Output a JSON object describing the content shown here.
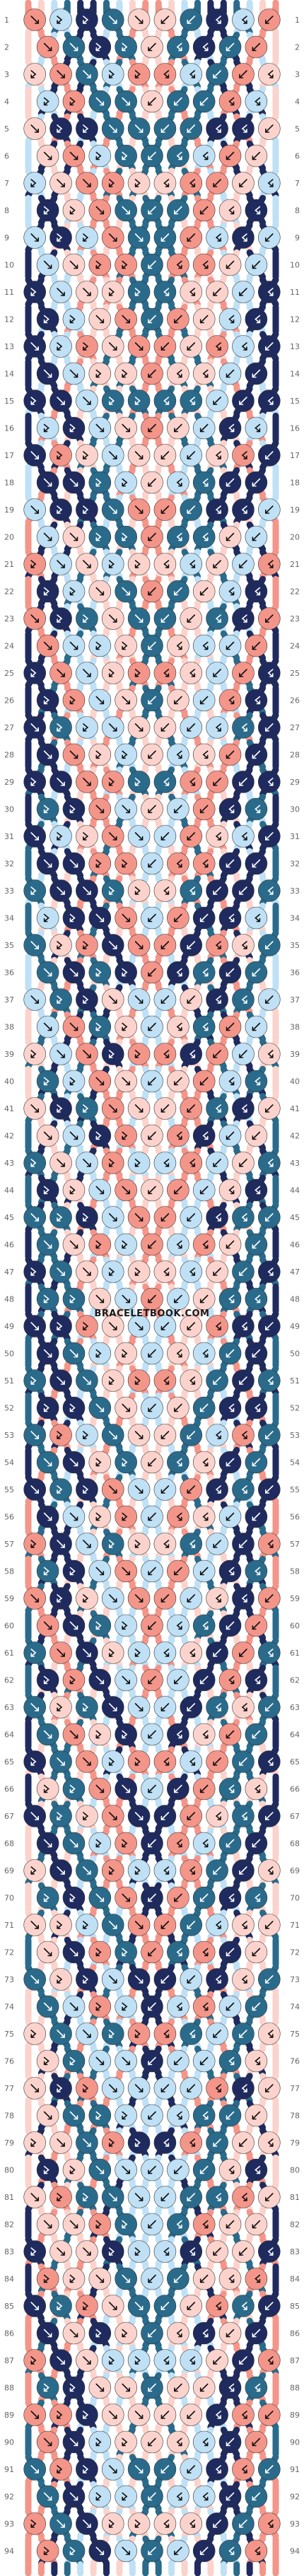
{
  "watermark": "BRACELETBOOK.COM",
  "palette": {
    "A": "#f4958a",
    "B": "#fbd3cc",
    "C": "#bfe0f5",
    "D": "#2a6b8c",
    "E": "#1f2b5e"
  },
  "strings_top": [
    "A",
    "B",
    "C",
    "D",
    "E",
    "E",
    "D",
    "C",
    "B",
    "A",
    "A",
    "B",
    "C",
    "D",
    "E",
    "E",
    "D",
    "C",
    "B",
    "A"
  ],
  "rows": [
    {
      "number": "1"
    },
    {
      "number": "2"
    },
    {
      "number": "3"
    },
    {
      "number": "4"
    },
    {
      "number": "5"
    },
    {
      "number": "6"
    },
    {
      "number": "7"
    },
    {
      "number": "8"
    },
    {
      "number": "9"
    },
    {
      "number": "10"
    },
    {
      "number": "11"
    },
    {
      "number": "12"
    },
    {
      "number": "13"
    },
    {
      "number": "14"
    },
    {
      "number": "15"
    },
    {
      "number": "16"
    },
    {
      "number": "17"
    },
    {
      "number": "18"
    },
    {
      "number": "19"
    },
    {
      "number": "20"
    },
    {
      "number": "21"
    },
    {
      "number": "22"
    },
    {
      "number": "23"
    },
    {
      "number": "24"
    },
    {
      "number": "25"
    },
    {
      "number": "26"
    },
    {
      "number": "27"
    },
    {
      "number": "28"
    },
    {
      "number": "29"
    },
    {
      "number": "30"
    },
    {
      "number": "31"
    },
    {
      "number": "32"
    },
    {
      "number": "33"
    },
    {
      "number": "34"
    },
    {
      "number": "35"
    },
    {
      "number": "36"
    },
    {
      "number": "37"
    },
    {
      "number": "38"
    },
    {
      "number": "39"
    },
    {
      "number": "40"
    },
    {
      "number": "41"
    },
    {
      "number": "42"
    },
    {
      "number": "43"
    },
    {
      "number": "44"
    },
    {
      "number": "45"
    },
    {
      "number": "46"
    },
    {
      "number": "47"
    },
    {
      "number": "48"
    },
    {
      "number": "49"
    },
    {
      "number": "50"
    },
    {
      "number": "51"
    },
    {
      "number": "52"
    },
    {
      "number": "53"
    },
    {
      "number": "54"
    },
    {
      "number": "55"
    },
    {
      "number": "56"
    },
    {
      "number": "57"
    },
    {
      "number": "58"
    },
    {
      "number": "59"
    },
    {
      "number": "60"
    },
    {
      "number": "61"
    },
    {
      "number": "62"
    },
    {
      "number": "63"
    },
    {
      "number": "64"
    },
    {
      "number": "65"
    },
    {
      "number": "66"
    },
    {
      "number": "67"
    },
    {
      "number": "68"
    },
    {
      "number": "69"
    },
    {
      "number": "70"
    },
    {
      "number": "71"
    },
    {
      "number": "72"
    },
    {
      "number": "73"
    },
    {
      "number": "74"
    },
    {
      "number": "75"
    },
    {
      "number": "76"
    },
    {
      "number": "77"
    },
    {
      "number": "78"
    },
    {
      "number": "79"
    },
    {
      "number": "80"
    },
    {
      "number": "81"
    },
    {
      "number": "82"
    },
    {
      "number": "83"
    },
    {
      "number": "84"
    },
    {
      "number": "85"
    },
    {
      "number": "86"
    },
    {
      "number": "87"
    },
    {
      "number": "88"
    },
    {
      "number": "89"
    },
    {
      "number": "90"
    },
    {
      "number": "91"
    },
    {
      "number": "92"
    },
    {
      "number": "93"
    },
    {
      "number": "94"
    }
  ]
}
